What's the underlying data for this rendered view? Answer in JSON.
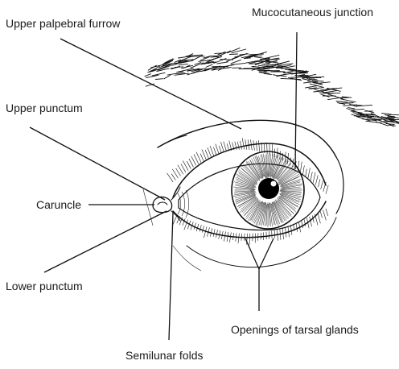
{
  "labels": {
    "upper_palpebral_furrow": "Upper palpebral furrow",
    "mucocutaneous_junction": "Mucocutaneous junction",
    "upper_punctum": "Upper punctum",
    "caruncle": "Caruncle",
    "lower_punctum": "Lower punctum",
    "openings_of_tarsal_glands": "Openings of tarsal glands",
    "semilunar_folds": "Semilunar folds"
  },
  "colors": {
    "ink": "#111111",
    "background": "#ffffff"
  }
}
